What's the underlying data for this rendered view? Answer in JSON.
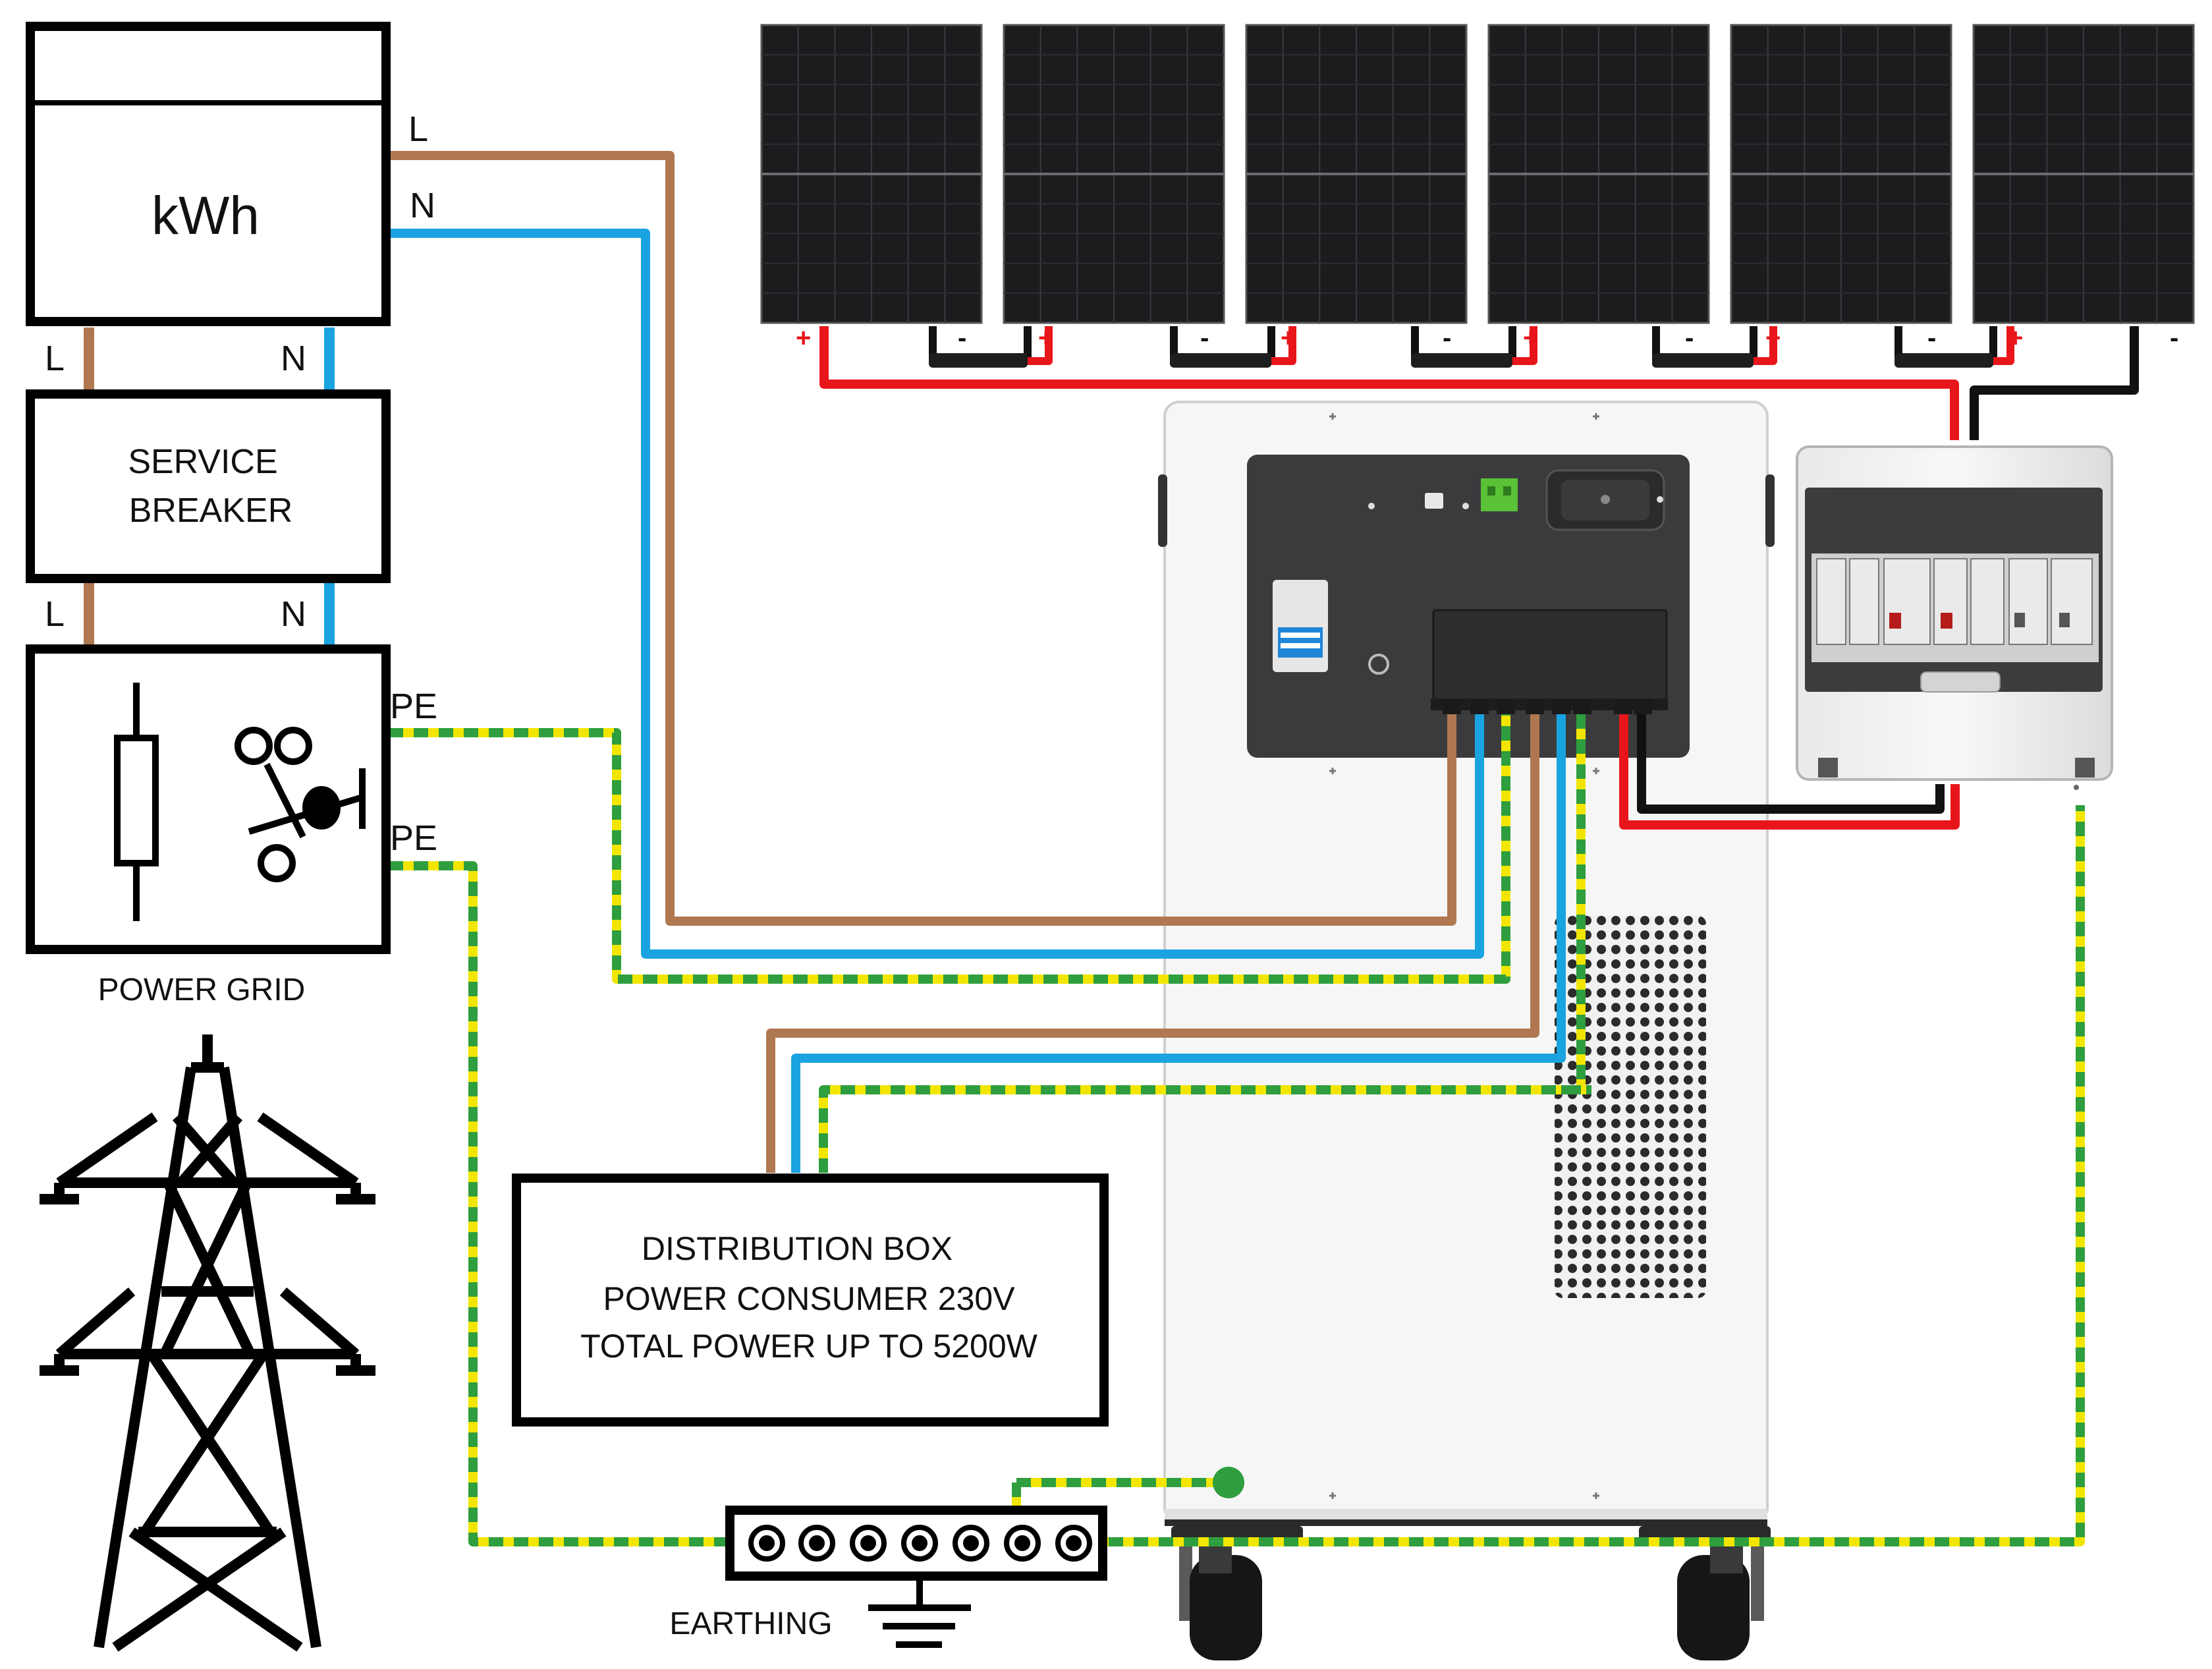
{
  "meter": {
    "unit": "kWh",
    "out_l": "L",
    "out_n": "N"
  },
  "breaker": {
    "line1": "SERVICE",
    "line2": "BREAKER",
    "in_l": "L",
    "in_n": "N",
    "out_l": "L",
    "out_n": "N"
  },
  "grid": {
    "label": "POWER GRID",
    "pe1": "PE",
    "pe2": "PE"
  },
  "distribution_box": {
    "line1": "DISTRIBUTION BOX",
    "line2": "POWER CONSUMER  230V",
    "line3": "TOTAL POWER UP TO  5200W"
  },
  "earthing": {
    "label": "EARTHING"
  },
  "solar_array": {
    "panel_count": 6,
    "polarity_plus": "+",
    "polarity_minus": "-"
  },
  "colors": {
    "live": "#b07850",
    "neutral": "#1aa3e0",
    "earth_green": "#2e9e3e",
    "earth_yellow": "#f2e600",
    "pv_positive": "#e8161b",
    "pv_negative": "#111111",
    "panel": "#1c1c1e",
    "inverter_body": "#f4f4f4",
    "inverter_panel": "#3a3a3c"
  }
}
